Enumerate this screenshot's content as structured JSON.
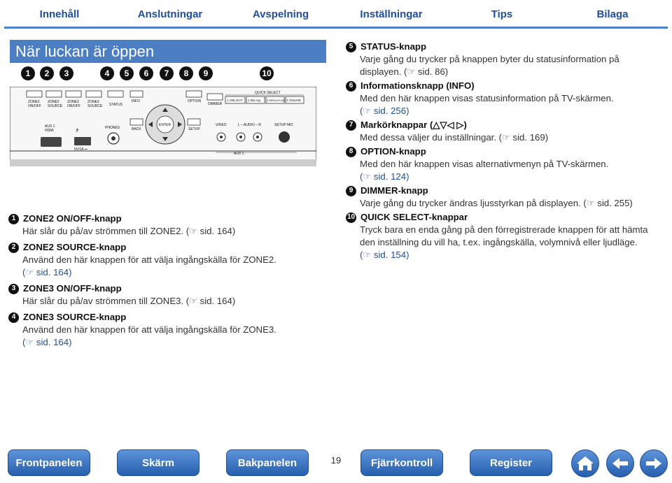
{
  "tabs": [
    "Innehåll",
    "Anslutningar",
    "Avspelning",
    "Inställningar",
    "Tips",
    "Bilaga"
  ],
  "section_title": "När luckan är öppen",
  "callout_numbers": [
    "1",
    "2",
    "3",
    "4",
    "5",
    "6",
    "7",
    "8",
    "9",
    "10"
  ],
  "panel": {
    "zone2_onoff": "ZONE2\nON/OFF",
    "zone2_source": "ZONE2\nSOURCE",
    "zone3_onoff": "ZONE3\nON/OFF",
    "zone3_source": "ZONE3\nSOURCE",
    "status": "STATUS",
    "info": "INFO",
    "option": "OPTION",
    "dimmer": "DIMMER",
    "quick_select": "QUICK SELECT",
    "qs1": "1 CBL/SAT",
    "qs2": "2 Blu-ray",
    "qs3": "3 MEDIA PLAYER",
    "qs4": "4 ONLINE",
    "aux1_hdmi": "AUX 1\nHDMI",
    "usb": "5V/1A ⎓",
    "phones": "PHONES",
    "back": "BACK",
    "enter": "ENTER",
    "setup": "SETUP",
    "video": "VIDEO",
    "audio": "L – AUDIO – R",
    "setup_mic": "SETUP MIC",
    "aux1": "AUX 1"
  },
  "left_items": [
    {
      "n": "1",
      "title": "ZONE2 ON/OFF-knapp",
      "lines": [
        "Här slår du på/av strömmen till ZONE2.  (☞ sid. 164)"
      ]
    },
    {
      "n": "2",
      "title": "ZONE2 SOURCE-knapp",
      "lines": [
        "Använd den här knappen för att välja ingångskälla för ZONE2.",
        "(☞ sid. 164)"
      ]
    },
    {
      "n": "3",
      "title": "ZONE3 ON/OFF-knapp",
      "lines": [
        "Här slår du på/av strömmen till ZONE3.  (☞ sid. 164)"
      ]
    },
    {
      "n": "4",
      "title": "ZONE3 SOURCE-knapp",
      "lines": [
        "Använd den här knappen för att välja ingångskälla för ZONE3.",
        "(☞ sid. 164)"
      ]
    }
  ],
  "right_items": [
    {
      "n": "5",
      "title": "STATUS-knapp",
      "lines": [
        "Varje gång du trycker på knappen byter du statusinformation på",
        "displayen.  (☞ sid. 86)"
      ]
    },
    {
      "n": "6",
      "title": "Informationsknapp (INFO)",
      "lines": [
        "Med den här knappen visas statusinformation på TV-skärmen.",
        "(☞ sid. 256)"
      ]
    },
    {
      "n": "7",
      "title": "Markörknappar (△▽◁ ▷)",
      "lines": [
        "Med dessa väljer du inställningar.  (☞ sid. 169)"
      ]
    },
    {
      "n": "8",
      "title": "OPTION-knapp",
      "lines": [
        "Med den här knappen visas alternativmenyn på TV-skärmen.",
        "(☞ sid. 124)"
      ]
    },
    {
      "n": "9",
      "title": "DIMMER-knapp",
      "lines": [
        "Varje gång du trycker ändras ljusstyrkan på displayen.  (☞ sid. 255)"
      ]
    },
    {
      "n": "10",
      "title": "QUICK SELECT-knappar",
      "lines": [
        "Tryck bara en enda gång på den förregistrerade knappen för att hämta",
        "den inställning du vill ha, t.ex. ingångskälla, volymnivå eller ljudläge.",
        "(☞ sid. 154)"
      ]
    }
  ],
  "bottom_nav": [
    "Frontpanelen",
    "Skärm",
    "Bakpanelen",
    "Fjärrkontroll",
    "Register"
  ],
  "page_number": "19",
  "icons": {
    "home": "home-icon",
    "back": "arrow-left-icon",
    "forward": "arrow-right-icon"
  }
}
